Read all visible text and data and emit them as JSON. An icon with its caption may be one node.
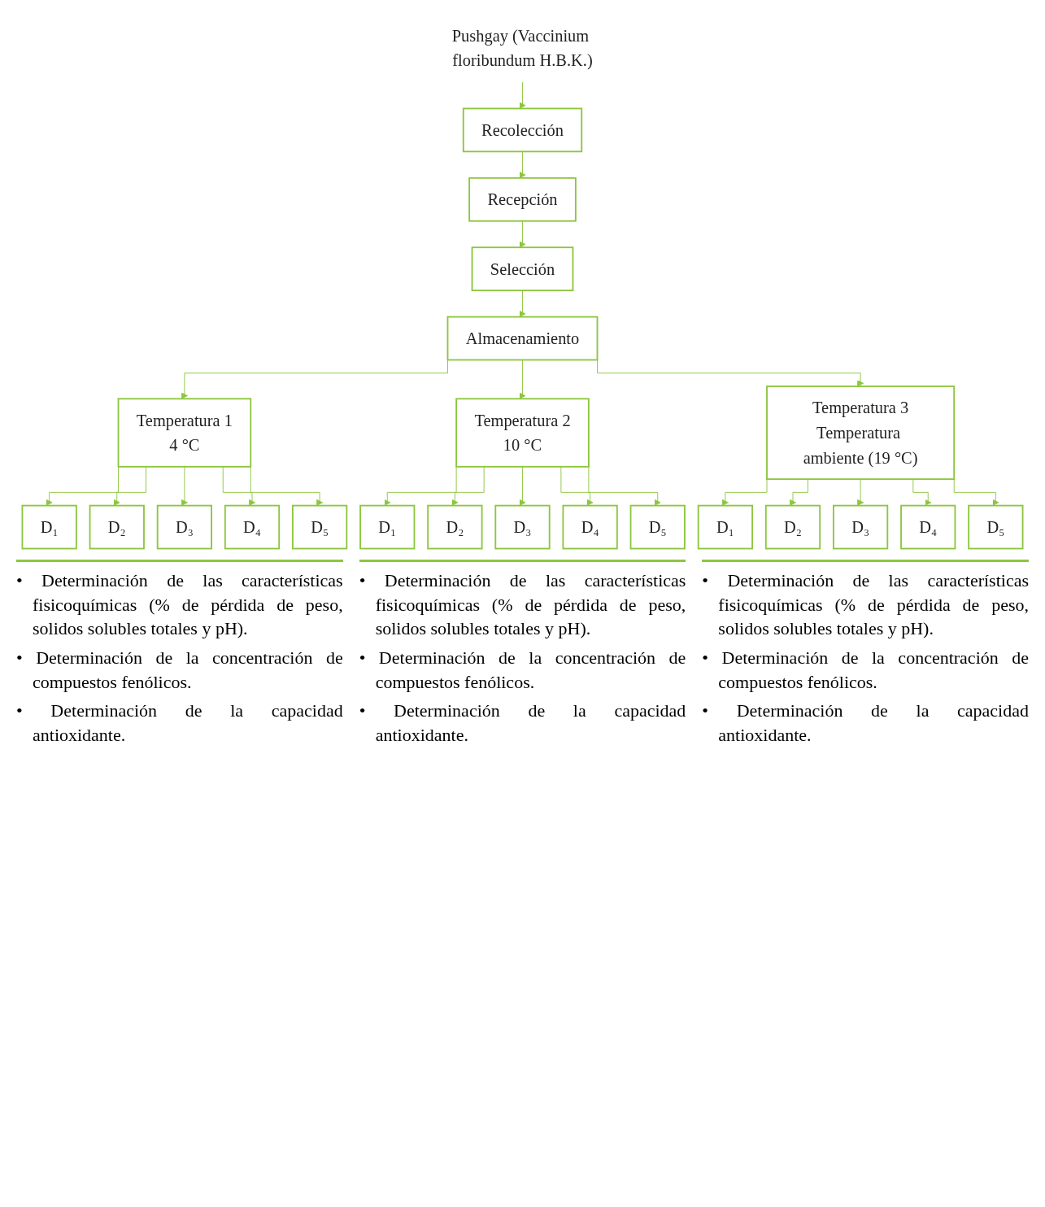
{
  "diagram": {
    "nodes": [
      {
        "text": [
          "Pushgay (Vaccinium floribundum H.B.K.)"
        ]
      },
      {
        "text": [
          "Recolección"
        ]
      },
      {
        "text": [
          "Recepción"
        ]
      },
      {
        "text": [
          "Selección"
        ]
      },
      {
        "text": [
          "Almacenamiento"
        ]
      },
      {
        "text": [
          "Temperatura 1",
          "4 °C"
        ]
      },
      {
        "text": [
          "Temperatura 2",
          "10 °C"
        ]
      },
      {
        "text": [
          "Temperatura 3",
          "Temperatura ambiente (19 °C)"
        ]
      },
      {
        "text": [
          "D₁"
        ]
      },
      {
        "text": [
          "D₂"
        ]
      },
      {
        "text": [
          "D₃"
        ]
      },
      {
        "text": [
          "D₄"
        ]
      },
      {
        "text": [
          "D₅"
        ]
      },
      {
        "text": [
          "D₁"
        ]
      },
      {
        "text": [
          "D₂"
        ]
      },
      {
        "text": [
          "D₃"
        ]
      },
      {
        "text": [
          "D₄"
        ]
      },
      {
        "text": [
          "D₅"
        ]
      },
      {
        "text": [
          "D₁"
        ]
      },
      {
        "text": [
          "D₂"
        ]
      },
      {
        "text": [
          "D₃"
        ]
      },
      {
        "text": [
          "D₄"
        ]
      },
      {
        "text": [
          "D₅"
        ]
      }
    ],
    "edges": [
      {
        "from": 0,
        "to": 1,
        "arrow": "to"
      },
      {
        "from": 1,
        "to": 2,
        "arrow": "to"
      },
      {
        "from": 2,
        "to": 3,
        "arrow": "to"
      },
      {
        "from": 3,
        "to": 4,
        "arrow": "to"
      },
      {
        "from": 4,
        "to": 5,
        "arrow": "to"
      },
      {
        "from": 4,
        "to": 6,
        "arrow": "to"
      },
      {
        "from": 4,
        "to": 7,
        "arrow": "to"
      },
      {
        "from": 5,
        "to": 8,
        "arrow": "to"
      },
      {
        "from": 5,
        "to": 9,
        "arrow": "to"
      },
      {
        "from": 5,
        "to": 10,
        "arrow": "to"
      },
      {
        "from": 5,
        "to": 11,
        "arrow": "to"
      },
      {
        "from": 5,
        "to": 12,
        "arrow": "to"
      },
      {
        "from": 6,
        "to": 13,
        "arrow": "to"
      },
      {
        "from": 6,
        "to": 14,
        "arrow": "to"
      },
      {
        "from": 6,
        "to": 15,
        "arrow": "to"
      },
      {
        "from": 6,
        "to": 16,
        "arrow": "to"
      },
      {
        "from": 6,
        "to": 17,
        "arrow": "to"
      },
      {
        "from": 7,
        "to": 18,
        "arrow": "to"
      },
      {
        "from": 7,
        "to": 19,
        "arrow": "to"
      },
      {
        "from": 7,
        "to": 20,
        "arrow": "to"
      },
      {
        "from": 7,
        "to": 21,
        "arrow": "to"
      },
      {
        "from": 7,
        "to": 22,
        "arrow": "to"
      }
    ],
    "labels": [
      "• Determinación de las características fisicoquímicas (% de pérdida de peso, solidos solubles totales y pH).",
      "• Determinación de la concentración de compuestos fenólicos.",
      "• Determinación de la capacidad antioxidante.",
      "• Determinación de las características fisicoquímicas (% de pérdida de peso, solidos solubles totales y pH).",
      "• Determinación de la concentración de compuestos fenólicos.",
      "• Determinación de la capacidad antioxidante.",
      "• Determinación de las características fisicoquímicas (% de pérdida de peso, solidos solubles totales y pH).",
      "• Determinación de la concentración de compuestos fenólicos.",
      "• Determinación de la capacidad antioxidante."
    ]
  }
}
